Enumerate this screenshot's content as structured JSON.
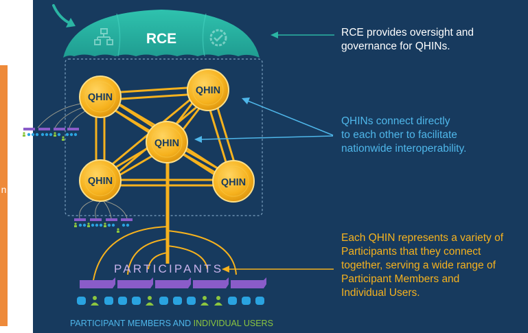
{
  "rce": {
    "label": "RCE",
    "left_icon": "hierarchy-icon",
    "right_icon": "check-badge-icon"
  },
  "qhins": [
    {
      "label": "QHIN"
    },
    {
      "label": "QHIN"
    },
    {
      "label": "QHIN"
    },
    {
      "label": "QHIN"
    },
    {
      "label": "QHIN"
    }
  ],
  "participants_label": "PARTICIPANTS",
  "bottom_label": {
    "part1": "PARTICIPANT MEMBERS AND ",
    "part2": "INDIVIDUAL USERS"
  },
  "captions": {
    "rce": "RCE provides oversight and\ngovernance for QHINs.",
    "qhin": "QHINs connect directly\nto each other to facilitate\nnationwide interoperability.",
    "participants": "Each QHIN represents a variety of\nParticipants that they connect\ntogether, serving a wide range of\nParticipant Members and\nIndividual Users."
  },
  "colors": {
    "background": "#173a5e",
    "rce": "#2bb5a4",
    "qhin": "#f6b21e",
    "participant": "#8a5cc9",
    "member": "#2aa3e0",
    "user": "#8cc63f",
    "orange_strip": "#ee8a3a"
  },
  "left_strip_char": "n"
}
